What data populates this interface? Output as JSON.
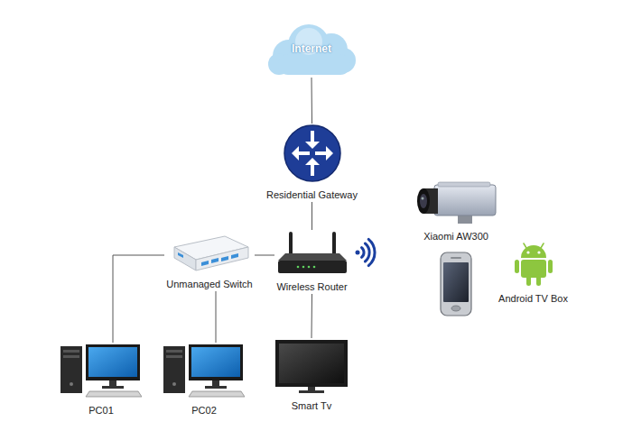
{
  "diagram": {
    "nodes": [
      {
        "text": [
          "Internet"
        ]
      },
      {
        "text": [
          "Residential Gateway"
        ]
      },
      {
        "text": [
          "Wireless Router"
        ]
      },
      {
        "text": [
          "Unmanaged Switch"
        ]
      },
      {
        "text": [
          "PC01"
        ]
      },
      {
        "text": [
          "PC02"
        ]
      },
      {
        "text": [
          "Smart Tv"
        ]
      },
      {
        "text": [
          "Xiaomi AW300"
        ]
      },
      {
        "text": [
          "Android TV Box"
        ]
      }
    ],
    "edges": [
      {
        "from": 0,
        "to": 1,
        "arrow": "none"
      },
      {
        "from": 1,
        "to": 2,
        "arrow": "none"
      },
      {
        "from": 3,
        "to": 2,
        "arrow": "none"
      },
      {
        "from": 3,
        "to": 4,
        "arrow": "none"
      },
      {
        "from": 3,
        "to": 5,
        "arrow": "none"
      },
      {
        "from": 2,
        "to": 6,
        "arrow": "none"
      }
    ]
  }
}
